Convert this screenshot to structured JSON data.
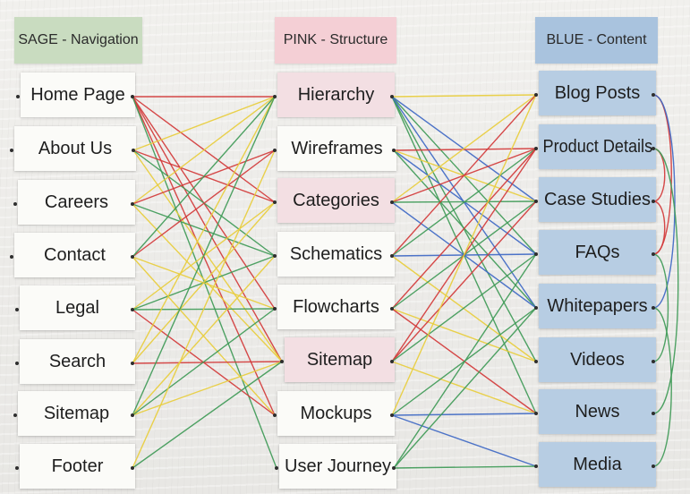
{
  "columns": [
    {
      "id": "sage",
      "header": "SAGE - Navigation",
      "header_color": "#c9dcc0",
      "card_color": "#fbfbf8",
      "items": [
        "Home Page",
        "About Us",
        "Careers",
        "Contact",
        "Legal",
        "Search",
        "Sitemap",
        "Footer"
      ]
    },
    {
      "id": "pink",
      "header": "PINK - Structure",
      "header_color": "#f4cfd5",
      "card_colors": [
        "#f3dfe3",
        "#fbfbf8",
        "#f3dfe3",
        "#fbfbf8",
        "#fbfbf8",
        "#f3dfe3",
        "#fbfbf8",
        "#fbfbf8"
      ],
      "items": [
        "Hierarchy",
        "Wireframes",
        "Categories",
        "Schematics",
        "Flowcharts",
        "Sitemap",
        "Mockups",
        "User Journey"
      ]
    },
    {
      "id": "blue",
      "header": "BLUE - Content",
      "header_color": "#a9c3de",
      "card_color": "#b7cde3",
      "items": [
        "Blog Posts",
        "Product Details",
        "Case Studies",
        "FAQs",
        "Whitepapers",
        "Videos",
        "News",
        "Media"
      ]
    }
  ],
  "string_colors": {
    "red": "#d23a3a",
    "yellow": "#e8cd3c",
    "green": "#3f9a57",
    "blue": "#3e68c4"
  },
  "connections": {
    "sage_to_pink": [
      [
        0,
        0,
        "red"
      ],
      [
        0,
        2,
        "red"
      ],
      [
        0,
        4,
        "red"
      ],
      [
        0,
        5,
        "red"
      ],
      [
        0,
        6,
        "red"
      ],
      [
        0,
        7,
        "green"
      ],
      [
        1,
        0,
        "yellow"
      ],
      [
        1,
        2,
        "red"
      ],
      [
        1,
        5,
        "yellow"
      ],
      [
        1,
        3,
        "green"
      ],
      [
        2,
        0,
        "yellow"
      ],
      [
        2,
        3,
        "green"
      ],
      [
        2,
        5,
        "yellow"
      ],
      [
        2,
        1,
        "red"
      ],
      [
        3,
        1,
        "red"
      ],
      [
        3,
        4,
        "yellow"
      ],
      [
        3,
        6,
        "yellow"
      ],
      [
        3,
        0,
        "green"
      ],
      [
        4,
        2,
        "yellow"
      ],
      [
        4,
        3,
        "green"
      ],
      [
        4,
        4,
        "green"
      ],
      [
        4,
        6,
        "red"
      ],
      [
        5,
        5,
        "red"
      ],
      [
        5,
        2,
        "yellow"
      ],
      [
        5,
        0,
        "yellow"
      ],
      [
        6,
        0,
        "green"
      ],
      [
        6,
        5,
        "yellow"
      ],
      [
        6,
        3,
        "yellow"
      ],
      [
        6,
        4,
        "green"
      ],
      [
        7,
        5,
        "green"
      ],
      [
        7,
        1,
        "yellow"
      ]
    ],
    "pink_to_blue": [
      [
        0,
        0,
        "yellow"
      ],
      [
        0,
        2,
        "blue"
      ],
      [
        0,
        3,
        "green"
      ],
      [
        0,
        5,
        "green"
      ],
      [
        0,
        6,
        "green"
      ],
      [
        0,
        4,
        "blue"
      ],
      [
        1,
        1,
        "red"
      ],
      [
        1,
        3,
        "blue"
      ],
      [
        1,
        4,
        "green"
      ],
      [
        1,
        2,
        "yellow"
      ],
      [
        2,
        0,
        "yellow"
      ],
      [
        2,
        1,
        "red"
      ],
      [
        2,
        2,
        "green"
      ],
      [
        2,
        4,
        "blue"
      ],
      [
        3,
        0,
        "red"
      ],
      [
        3,
        3,
        "blue"
      ],
      [
        3,
        5,
        "yellow"
      ],
      [
        3,
        1,
        "green"
      ],
      [
        4,
        1,
        "red"
      ],
      [
        4,
        2,
        "green"
      ],
      [
        4,
        5,
        "yellow"
      ],
      [
        4,
        6,
        "red"
      ],
      [
        5,
        1,
        "red"
      ],
      [
        5,
        2,
        "red"
      ],
      [
        5,
        3,
        "green"
      ],
      [
        5,
        6,
        "yellow"
      ],
      [
        6,
        4,
        "green"
      ],
      [
        6,
        6,
        "blue"
      ],
      [
        6,
        7,
        "blue"
      ],
      [
        6,
        0,
        "yellow"
      ],
      [
        7,
        4,
        "green"
      ],
      [
        7,
        3,
        "green"
      ],
      [
        7,
        7,
        "green"
      ]
    ],
    "blue_loops": [
      [
        0,
        3,
        "red"
      ],
      [
        0,
        4,
        "blue"
      ],
      [
        1,
        2,
        "red"
      ],
      [
        1,
        6,
        "green"
      ],
      [
        2,
        3,
        "red"
      ],
      [
        3,
        5,
        "green"
      ],
      [
        4,
        7,
        "green"
      ]
    ]
  }
}
